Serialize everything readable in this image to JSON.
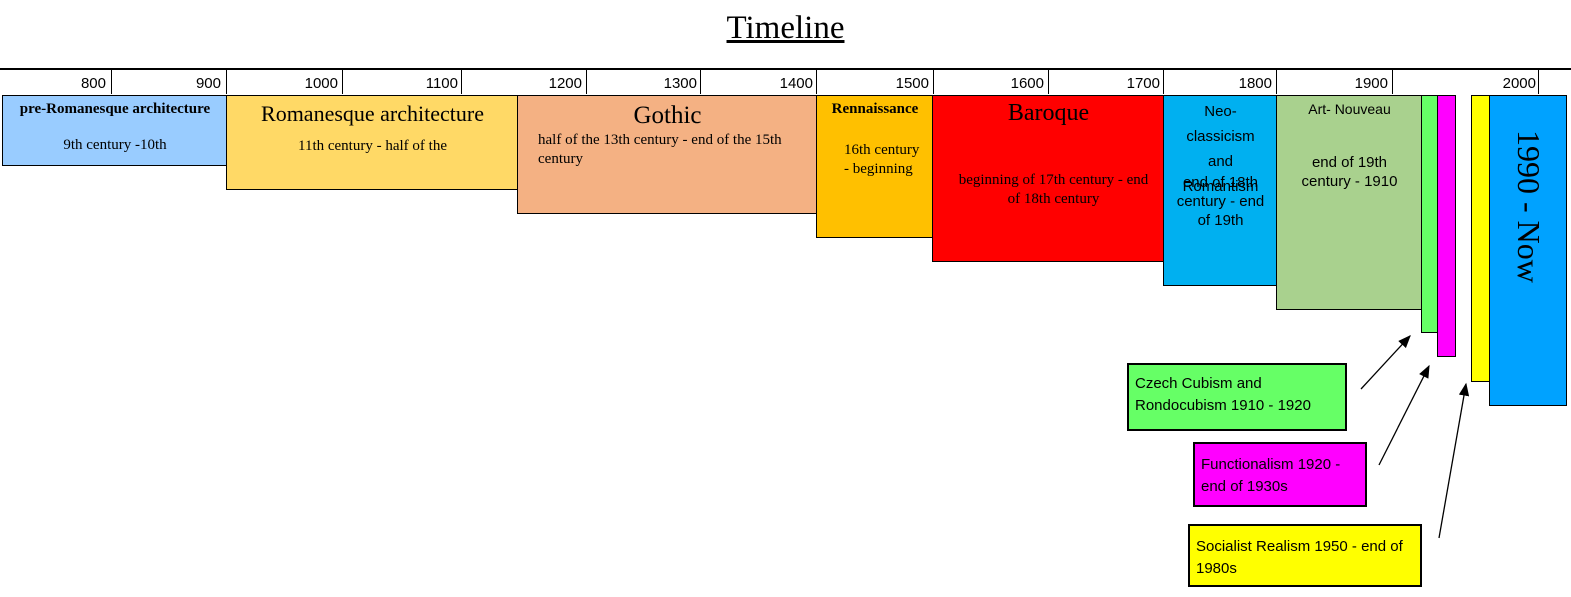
{
  "title": "Timeline",
  "axis": {
    "ticks": [
      "800",
      "900",
      "1000",
      "1100",
      "1200",
      "1300",
      "1400",
      "1500",
      "1600",
      "1700",
      "1800",
      "1900",
      "2000"
    ]
  },
  "periods": [
    {
      "name": "pre-Romanesque architecture",
      "dates": "9th century -10th",
      "color": "#99ccff"
    },
    {
      "name": "Romanesque architecture",
      "dates": "11th century - half of the",
      "color": "#ffd966"
    },
    {
      "name": "Gothic",
      "dates": "half of the 13th century - end of the 15th century",
      "color": "#f4b183"
    },
    {
      "name": "Rennaissance",
      "dates": "16th century - beginning",
      "color": "#ffc000"
    },
    {
      "name": "Baroque",
      "dates": "beginning of 17th century - end of 18th century",
      "color": "#ff0000"
    },
    {
      "name": "Neo-classicism and Romantism",
      "dates": "end of 18th century - end of 19th",
      "color": "#00b0f0"
    },
    {
      "name": "Art- Nouveau",
      "dates": "end of 19th century - 1910",
      "color": "#a9d18e"
    },
    {
      "name": "1990 - Now",
      "color": "#00a2ff"
    }
  ],
  "small_bars": [
    {
      "name": "cubism",
      "color": "#66ff66"
    },
    {
      "name": "functionalism",
      "color": "#ff00ff"
    },
    {
      "name": "socialist-realism",
      "color": "#ffff00"
    }
  ],
  "notes": [
    {
      "text": "Czech Cubism and Rondocubism 1910 - 1920",
      "color": "#66ff66"
    },
    {
      "text": "Functionalism 1920 - end of 1930s",
      "color": "#ff00ff"
    },
    {
      "text": "Socialist Realism 1950 - end of 1980s",
      "color": "#ffff00"
    }
  ]
}
